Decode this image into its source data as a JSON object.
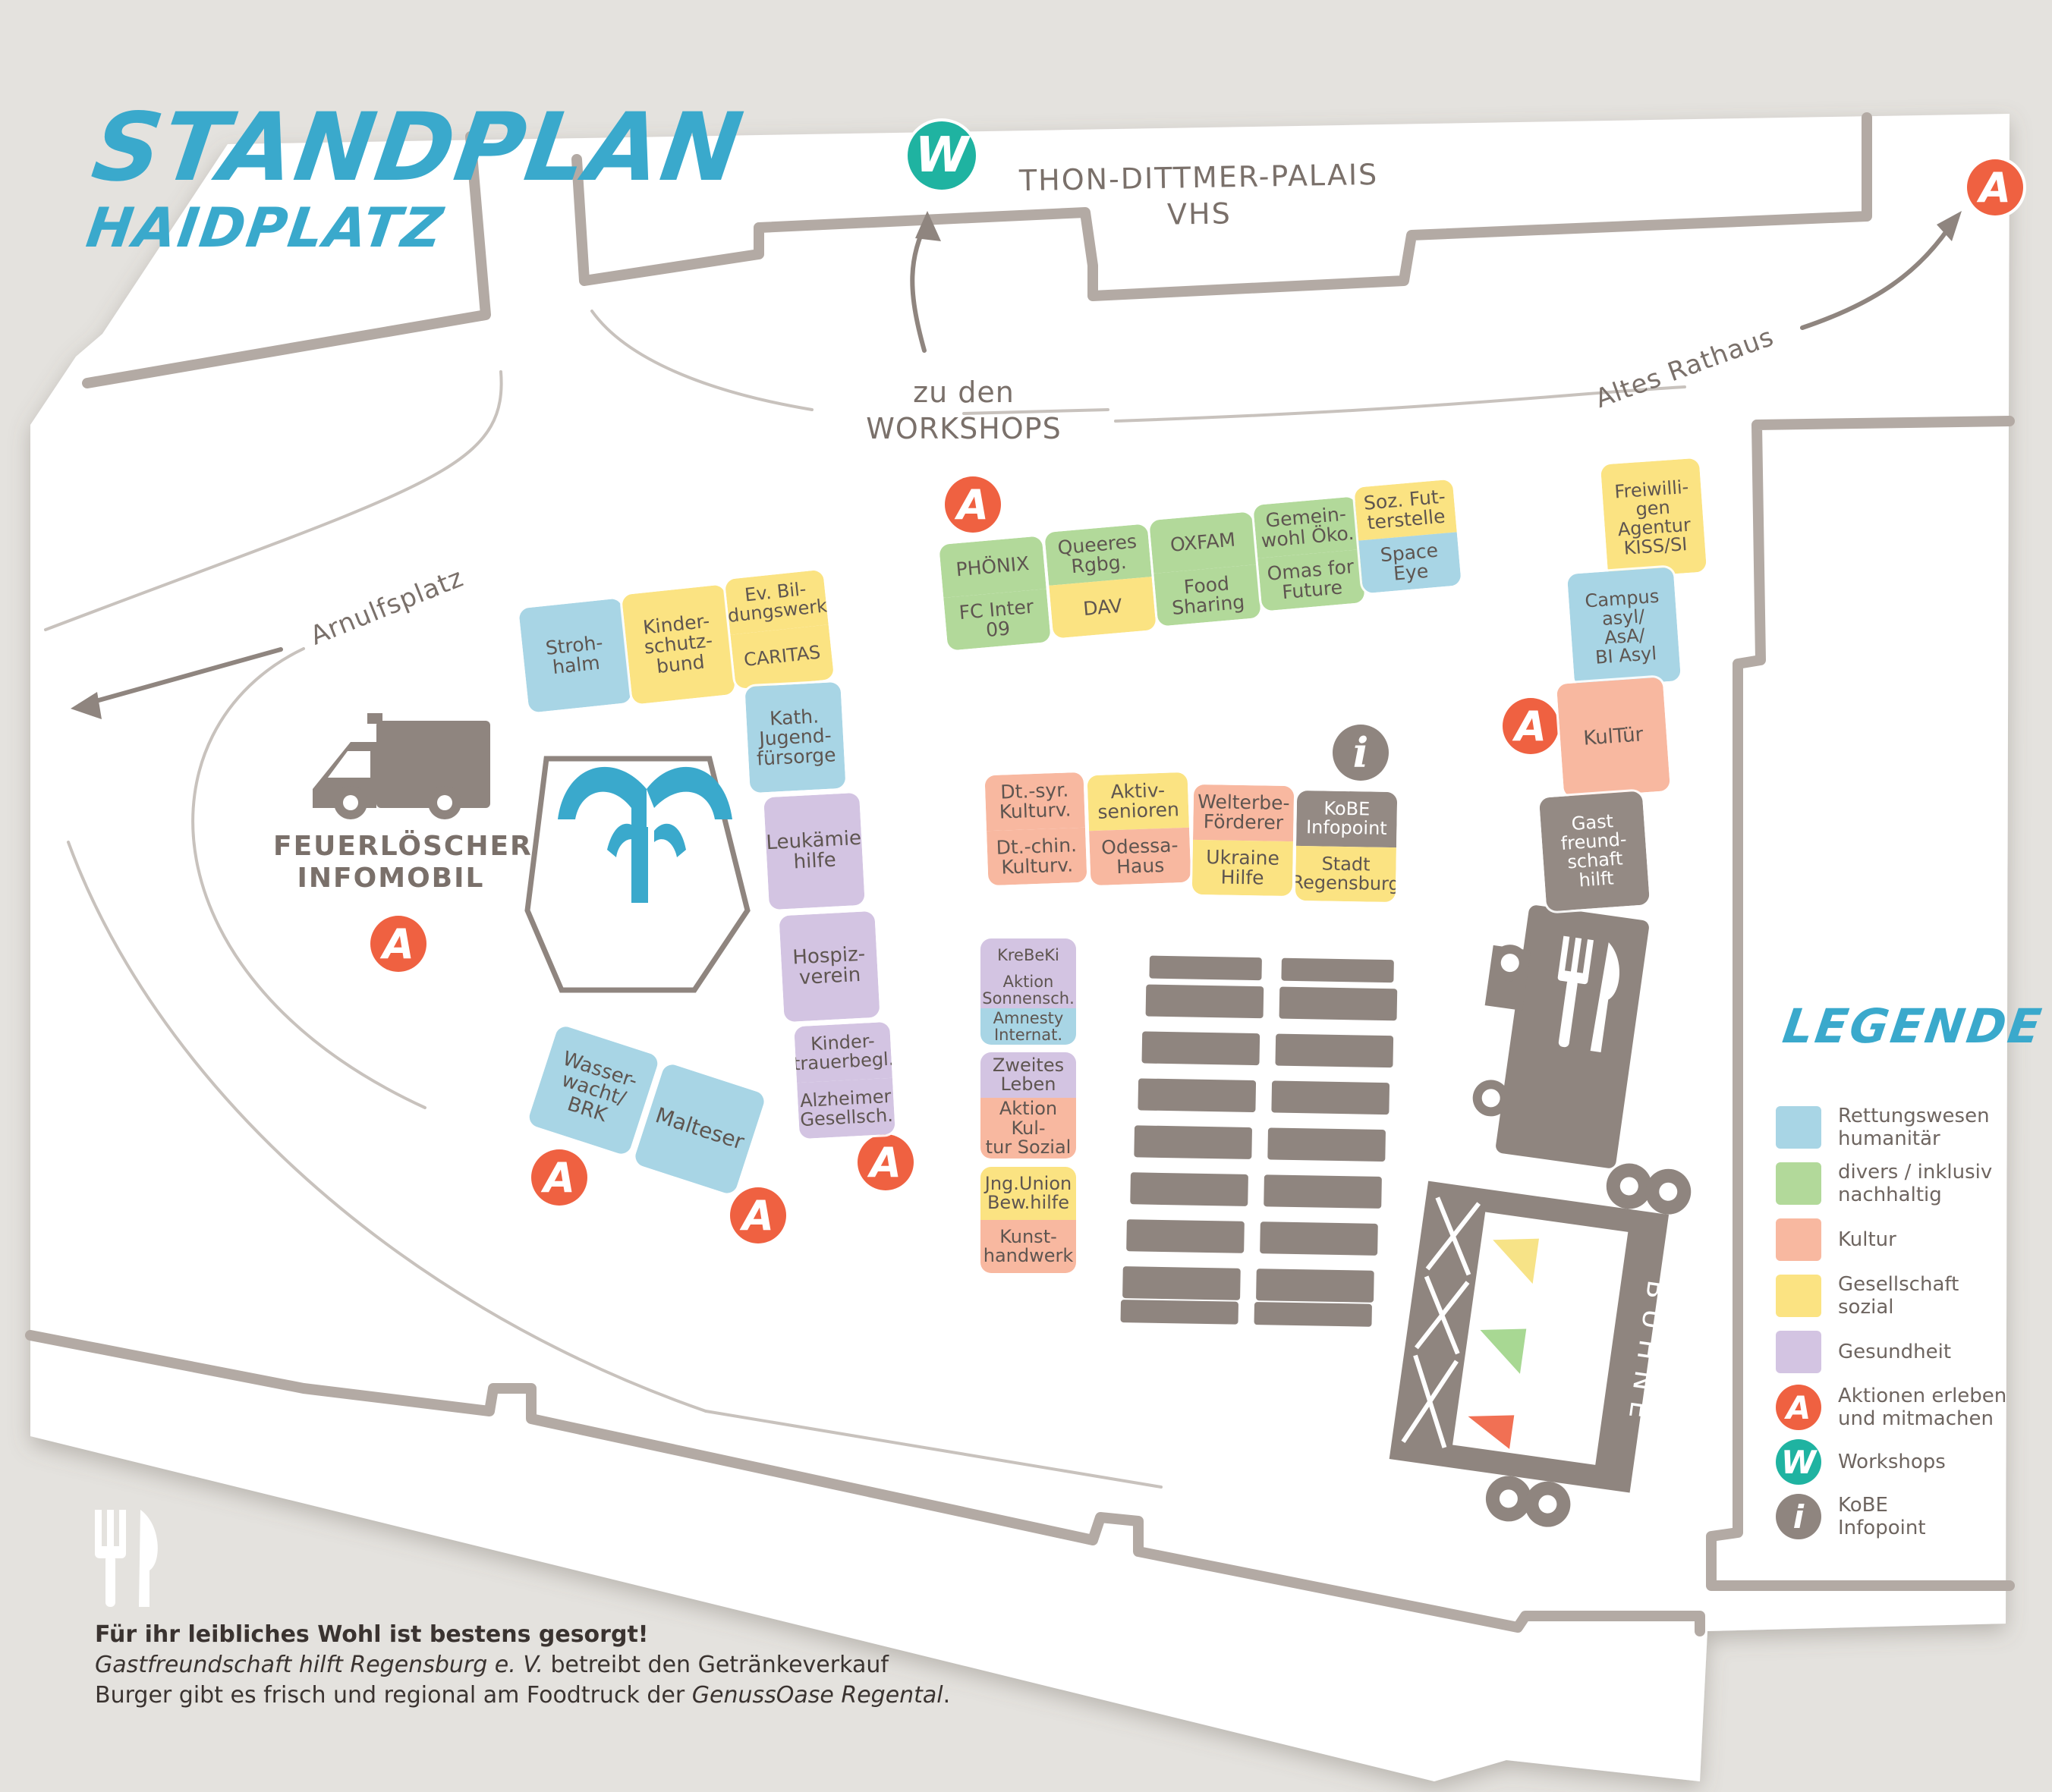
{
  "title": {
    "line1": "STANDPLAN",
    "line2": "HAIDPLATZ"
  },
  "labels": {
    "palais": "THON-DITTMER-PALAIS\nVHS",
    "workshops": "zu den\nWORKSHOPS",
    "arnulfsplatz": "Arnulfsplatz",
    "altes_rathaus": "Altes Rathaus",
    "infomobil": "FEUERLÖSCHER\nINFOMOBIL",
    "buehne": "BÜHNE"
  },
  "colors": {
    "blue": "#a8d5e5",
    "green": "#b2d99a",
    "orange": "#f8b8a0",
    "yellow": "#fbe382",
    "purple": "#d3c4e2",
    "grey": "#948a84",
    "street": "#b3aaa4",
    "badge_a": "#ef6141",
    "badge_w": "#1fb3a1"
  },
  "badges": {
    "a": "A",
    "w": "W",
    "i": "i"
  },
  "stalls": [
    {
      "id": "strohhalm",
      "segs": [
        [
          "Stroh-\nhalm",
          "blue"
        ]
      ]
    },
    {
      "id": "kinderschutzbund",
      "segs": [
        [
          "Kinder-\nschutz-\nbund",
          "yellow"
        ]
      ]
    },
    {
      "id": "evbildungswerk",
      "segs": [
        [
          "Ev. Bil-\ndungswerk",
          "yellow"
        ],
        [
          "CARITAS",
          "yellow"
        ]
      ]
    },
    {
      "id": "kathjugend",
      "segs": [
        [
          "Kath.\nJugend-\nfürsorge",
          "blue"
        ]
      ]
    },
    {
      "id": "leukaemie",
      "segs": [
        [
          "Leukämie\nhilfe",
          "purple"
        ]
      ]
    },
    {
      "id": "hospiz",
      "segs": [
        [
          "Hospiz-\nverein",
          "purple"
        ]
      ]
    },
    {
      "id": "kindertrauer",
      "segs": [
        [
          "Kinder-\ntrauerbegl.",
          "purple"
        ],
        [
          "Alzheimer\nGesellsch.",
          "purple"
        ]
      ]
    },
    {
      "id": "wasserwacht",
      "segs": [
        [
          "Wasser-\nwacht/\nBRK",
          "blue"
        ]
      ]
    },
    {
      "id": "malteser",
      "segs": [
        [
          "Malteser",
          "blue"
        ]
      ]
    },
    {
      "id": "phoenix",
      "segs": [
        [
          "PHÖNIX",
          "green"
        ],
        [
          "FC Inter\n09",
          "green"
        ]
      ]
    },
    {
      "id": "queeres",
      "segs": [
        [
          "Queeres\nRgbg.",
          "green"
        ],
        [
          "DAV",
          "yellow"
        ]
      ]
    },
    {
      "id": "oxfam",
      "segs": [
        [
          "OXFAM",
          "green"
        ],
        [
          "Food\nSharing",
          "green"
        ]
      ]
    },
    {
      "id": "gemeinwohl",
      "segs": [
        [
          "Gemein-\nwohl Öko.",
          "green"
        ],
        [
          "Omas for\nFuture",
          "green"
        ]
      ]
    },
    {
      "id": "sozfutter",
      "segs": [
        [
          "Soz. Fut-\nterstelle",
          "yellow"
        ],
        [
          "Space\nEye",
          "blue"
        ]
      ]
    },
    {
      "id": "dtsyr",
      "segs": [
        [
          "Dt.-syr.\nKulturv.",
          "orange"
        ],
        [
          "Dt.-chin.\nKulturv.",
          "orange"
        ]
      ]
    },
    {
      "id": "aktiv",
      "segs": [
        [
          "Aktiv-\nsenioren",
          "yellow"
        ],
        [
          "Odessa-\nHaus",
          "orange"
        ]
      ]
    },
    {
      "id": "welterbe",
      "segs": [
        [
          "Welterbe-\nFörderer",
          "orange"
        ],
        [
          "Ukraine\nHilfe",
          "yellow"
        ]
      ]
    },
    {
      "id": "kobe",
      "segs": [
        [
          "KoBE\nInfopoint",
          "grey"
        ],
        [
          "Stadt\nRegensburg",
          "yellow"
        ]
      ]
    },
    {
      "id": "krebeki",
      "segs": [
        [
          "KreBeKi",
          "purple"
        ],
        [
          "Aktion\nSonnensch.",
          "purple"
        ],
        [
          "Amnesty\nInternat.",
          "blue"
        ]
      ]
    },
    {
      "id": "zweites",
      "segs": [
        [
          "Zweites\nLeben",
          "purple"
        ],
        [
          "Aktion Kul-\ntur Sozial",
          "orange"
        ]
      ]
    },
    {
      "id": "jngunion",
      "segs": [
        [
          "Jng.Union\nBew.hilfe",
          "yellow"
        ],
        [
          "Kunst-\nhandwerk",
          "orange"
        ]
      ]
    },
    {
      "id": "freiwilligen",
      "segs": [
        [
          "Freiwilli-\ngen\nAgentur\nKISS/SI",
          "yellow"
        ]
      ]
    },
    {
      "id": "campus",
      "segs": [
        [
          "Campus\nasyl/\nAsA/\nBI Asyl",
          "blue"
        ]
      ]
    },
    {
      "id": "kultuer",
      "segs": [
        [
          "KulTür",
          "orange"
        ]
      ]
    },
    {
      "id": "gast",
      "segs": [
        [
          "Gast\nfreund-\nschaft\nhilft",
          "grey"
        ]
      ]
    }
  ],
  "legend": {
    "title": "LEGENDE",
    "items": [
      {
        "label": "Rettungswesen\nhumanitär",
        "color": "blue"
      },
      {
        "label": "divers / inklusiv\nnachhaltig",
        "color": "green"
      },
      {
        "label": "Kultur",
        "color": "orange"
      },
      {
        "label": "Gesellschaft\nsozial",
        "color": "yellow"
      },
      {
        "label": "Gesundheit",
        "color": "purple"
      }
    ],
    "badge_items": [
      {
        "label": "Aktionen erleben\nund mitmachen",
        "badge": "A",
        "color": "#ef6141"
      },
      {
        "label": "Workshops",
        "badge": "W",
        "color": "#1fb3a1"
      },
      {
        "label": "KoBE\nInfopoint",
        "badge": "i",
        "color": "#8f857f"
      }
    ]
  },
  "footer": {
    "heading": "Für ihr leibliches Wohl ist bestens gesorgt!",
    "line1_italic": "Gastfreundschaft hilft Regensburg e. V.",
    "line1_rest": " betreibt den Getränkeverkauf",
    "line2_pre": "Burger gibt es frisch und regional am Foodtruck der ",
    "line2_italic": "GenussOase Regental",
    "line2_post": "."
  }
}
